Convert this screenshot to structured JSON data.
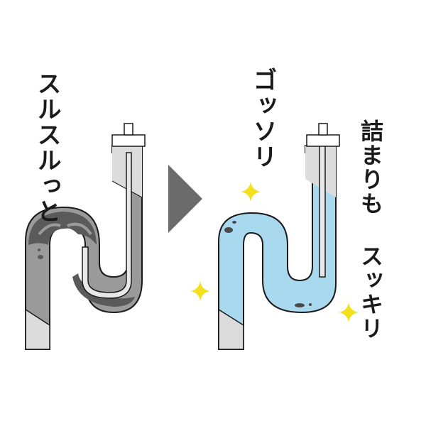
{
  "before": {
    "caption": "スルスルっと",
    "state_label": "before-clog",
    "pipe_fill": "#9a9a9a",
    "sludge": "#5a5a5a",
    "clean_segment": "#dcdcdc"
  },
  "arrow": {
    "direction": "right",
    "color": "#6b6b6b"
  },
  "after": {
    "caption_top": "ゴッソリ",
    "caption_side": "詰まりも スッキリ",
    "state_label": "after-clean",
    "pipe_fill": "#a9d9ef",
    "debris": "#4a4a4a",
    "clean_segment": "#dcdcdc",
    "sparkle_color": "#f4e11e"
  },
  "colors": {
    "outline": "#1a1a1a",
    "background": "#ffffff"
  }
}
